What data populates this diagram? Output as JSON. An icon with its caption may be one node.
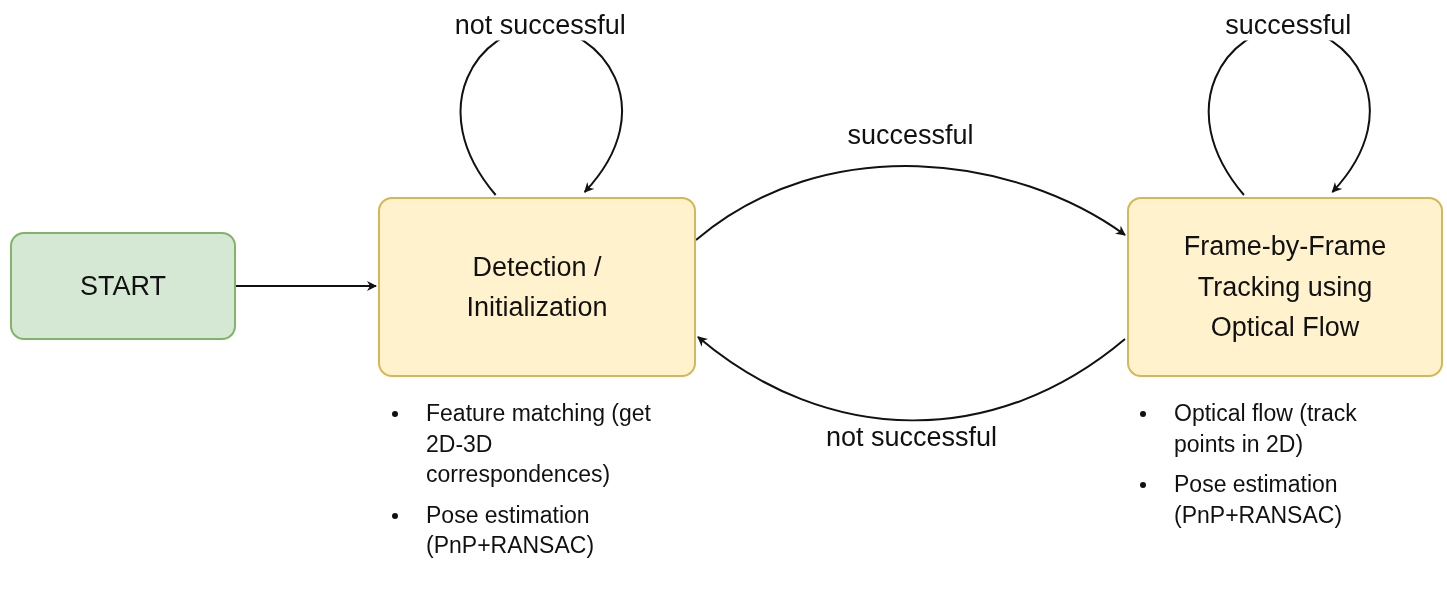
{
  "diagram": {
    "nodes": [
      {
        "text": [
          "START"
        ]
      },
      {
        "text": [
          "Detection / Initialization"
        ],
        "beside": [
          "Feature matching (get 2D-3D correspondences)",
          "Pose estimation (PnP+RANSAC)"
        ]
      },
      {
        "text": [
          "Frame-by-Frame Tracking using Optical Flow"
        ],
        "beside": [
          "Optical flow (track points in 2D)",
          "Pose estimation (PnP+RANSAC)"
        ]
      }
    ],
    "edges": [
      {
        "from": 0,
        "to": 1,
        "arrow": "to"
      },
      {
        "from": 1,
        "to": 1,
        "arrow": "to",
        "label": "not successful"
      },
      {
        "from": 1,
        "to": 2,
        "arrow": "to",
        "label": "successful"
      },
      {
        "from": 2,
        "to": 1,
        "arrow": "to",
        "label": "not successful"
      },
      {
        "from": 2,
        "to": 2,
        "arrow": "to",
        "label": "successful"
      }
    ]
  }
}
